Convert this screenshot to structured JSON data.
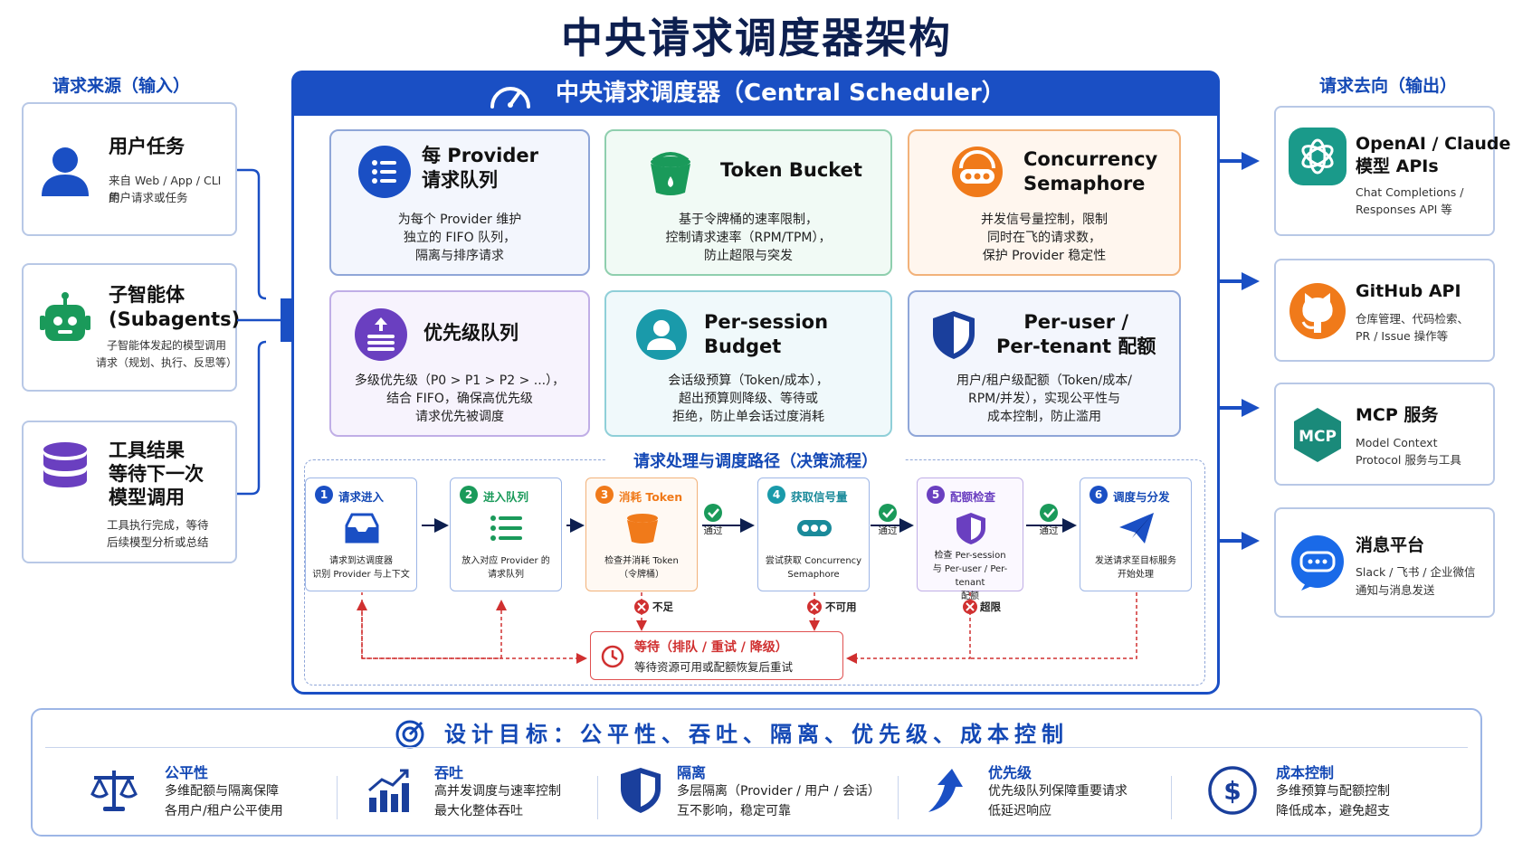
{
  "title": "中央请求调度器架构",
  "inputs": {
    "heading": "请求来源（输入）",
    "items": [
      {
        "title": "用户任务",
        "desc": [
          "来自 Web / App / CLI 的",
          "用户请求或任务"
        ],
        "icon": "user-icon"
      },
      {
        "title": "子智能体\n(Subagents)",
        "desc": [
          "子智能体发起的模型调用",
          "请求（规划、执行、反思等）"
        ],
        "icon": "robot-icon"
      },
      {
        "title": "工具结果\n等待下一次\n模型调用",
        "desc": [
          "工具执行完成，等待",
          "后续模型分析或总结"
        ],
        "icon": "database-icon"
      }
    ]
  },
  "outputs": {
    "heading": "请求去向（输出）",
    "items": [
      {
        "title": "OpenAI / Claude\n模型 APIs",
        "desc": [
          "Chat Completions /",
          "Responses API 等"
        ],
        "icon": "openai-icon"
      },
      {
        "title": "GitHub API",
        "desc": [
          "仓库管理、代码检索、",
          "PR / Issue 操作等"
        ],
        "icon": "github-icon"
      },
      {
        "title": "MCP 服务",
        "desc": [
          "Model Context",
          "Protocol 服务与工具"
        ],
        "icon": "mcp-icon",
        "icon_text": "MCP"
      },
      {
        "title": "消息平台",
        "desc": [
          "Slack / 飞书 / 企业微信",
          "通知与消息发送"
        ],
        "icon": "chat-icon"
      }
    ]
  },
  "core": {
    "title": "中央请求调度器（Central Scheduler）",
    "features": [
      {
        "title": "每 Provider\n请求队列",
        "desc": [
          "为每个 Provider 维护",
          "独立的 FIFO 队列，",
          "隔离与排序请求"
        ],
        "icon": "list-icon",
        "color": "#1a4fc4"
      },
      {
        "title": "Token Bucket",
        "desc": [
          "基于令牌桶的速率限制，",
          "控制请求速率（RPM/TPM），",
          "防止超限与突发"
        ],
        "icon": "bucket-icon",
        "color": "#1a9a5a"
      },
      {
        "title": "Concurrency\nSemaphore",
        "desc": [
          "并发信号量控制，限制",
          "同时在飞的请求数，",
          "保护 Provider 稳定性"
        ],
        "icon": "semaphore-icon",
        "color": "#f07a1a"
      },
      {
        "title": "优先级队列",
        "desc": [
          "多级优先级（P0 > P1 > P2 > ...），",
          "结合 FIFO，确保高优先级",
          "请求优先被调度"
        ],
        "icon": "priority-icon",
        "color": "#6a3fc0"
      },
      {
        "title": "Per-session\nBudget",
        "desc": [
          "会话级预算（Token/成本），",
          "超出预算则降级、等待或",
          "拒绝，防止单会话过度消耗"
        ],
        "icon": "session-user-icon",
        "color": "#1a9aaa"
      },
      {
        "title": "Per-user /\nPer-tenant 配额",
        "desc": [
          "用户/租户级配额（Token/成本/",
          "RPM/并发），实现公平性与",
          "成本控制，防止滥用"
        ],
        "icon": "shield-icon",
        "color": "#1a4fc4"
      }
    ]
  },
  "flow": {
    "title": "请求处理与调度路径（决策流程）",
    "steps": [
      {
        "num": "1",
        "label": "请求进入",
        "desc": [
          "请求到达调度器",
          "识别 Provider 与上下文"
        ],
        "icon": "inbox-icon"
      },
      {
        "num": "2",
        "label": "进入队列",
        "desc": [
          "放入对应 Provider 的",
          "请求队列"
        ],
        "icon": "list-icon"
      },
      {
        "num": "3",
        "label": "消耗 Token",
        "desc": [
          "检查并消耗 Token",
          "（令牌桶）"
        ],
        "icon": "bucket-icon"
      },
      {
        "num": "4",
        "label": "获取信号量",
        "desc": [
          "尝试获取 Concurrency",
          "Semaphore"
        ],
        "icon": "semaphore-icon"
      },
      {
        "num": "5",
        "label": "配额检查",
        "desc": [
          "检查 Per-session",
          "与 Per-user / Per-tenant",
          "配额"
        ],
        "icon": "shield-icon"
      },
      {
        "num": "6",
        "label": "调度与分发",
        "desc": [
          "发送请求至目标服务",
          "开始处理"
        ],
        "icon": "send-icon"
      }
    ],
    "pass_label": "通过",
    "fails": [
      "不足",
      "不可用",
      "超限"
    ],
    "wait": {
      "title": "等待（排队 / 重试 / 降级）",
      "desc": "等待资源可用或配额恢复后重试"
    }
  },
  "goals": {
    "title": "设计目标：公平性、吞吐、隔离、优先级、成本控制",
    "items": [
      {
        "title": "公平性",
        "desc": [
          "多维配额与隔离保障",
          "各用户/租户公平使用"
        ],
        "icon": "scale-icon"
      },
      {
        "title": "吞吐",
        "desc": [
          "高并发调度与速率控制",
          "最大化整体吞吐"
        ],
        "icon": "bar-chart-icon"
      },
      {
        "title": "隔离",
        "desc": [
          "多层隔离（Provider / 用户 / 会话）",
          "互不影响，稳定可靠"
        ],
        "icon": "shield-icon"
      },
      {
        "title": "优先级",
        "desc": [
          "优先级队列保障重要请求",
          "低延迟响应"
        ],
        "icon": "up-arrow-icon"
      },
      {
        "title": "成本控制",
        "desc": [
          "多维预算与配额控制",
          "降低成本，避免超支"
        ],
        "icon": "dollar-icon"
      }
    ]
  }
}
